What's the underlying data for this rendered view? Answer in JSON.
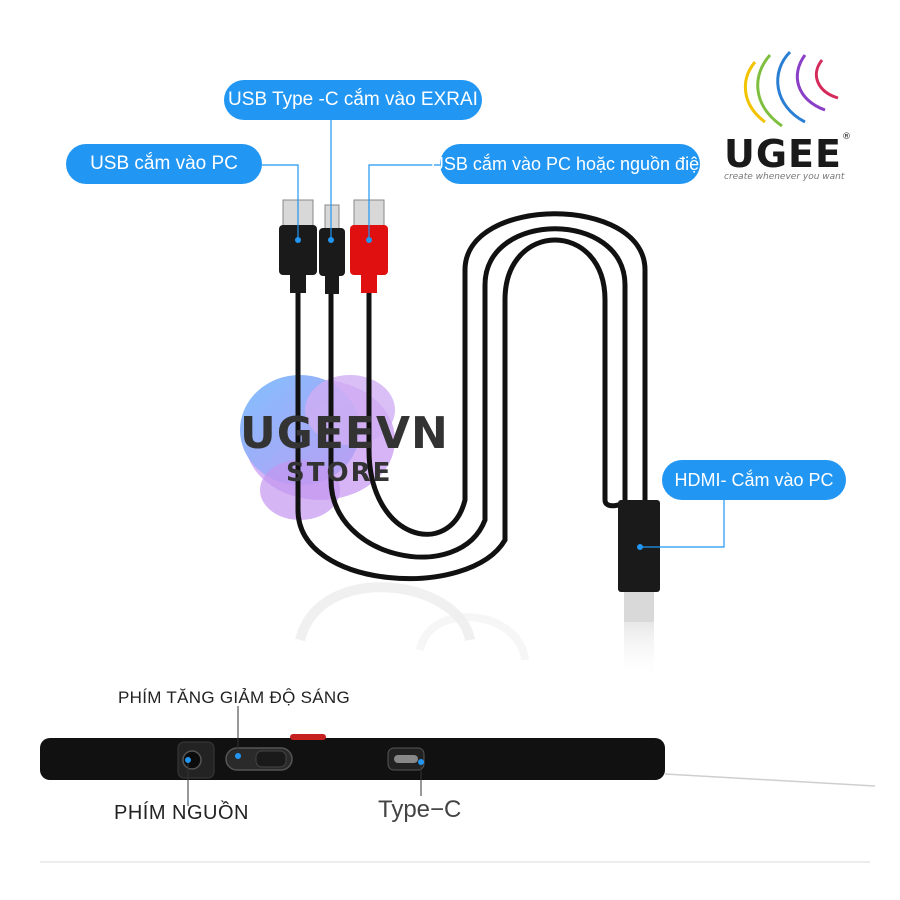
{
  "callouts": {
    "usb_type_c": "USB Type -C cắm vào EXRAI",
    "usb_pc": "USB cắm vào PC",
    "usb_pc_power": "USB cắm vào PC hoặc nguồn điện",
    "hdmi": "HDMI- Cắm vào PC"
  },
  "brand": {
    "name": "UGEE",
    "registered": "®",
    "tagline": "create whenever you want"
  },
  "watermark": {
    "title": "UGEEVN",
    "subtitle": "STORE"
  },
  "device_labels": {
    "brightness": "PHÍM TĂNG GIẢM ĐỘ SÁNG",
    "power": "PHÍM NGUỒN",
    "type_c": "Type−C"
  },
  "colors": {
    "callout_bg": "#2196f3",
    "cable": "#111111",
    "red_connector": "#e01010"
  }
}
